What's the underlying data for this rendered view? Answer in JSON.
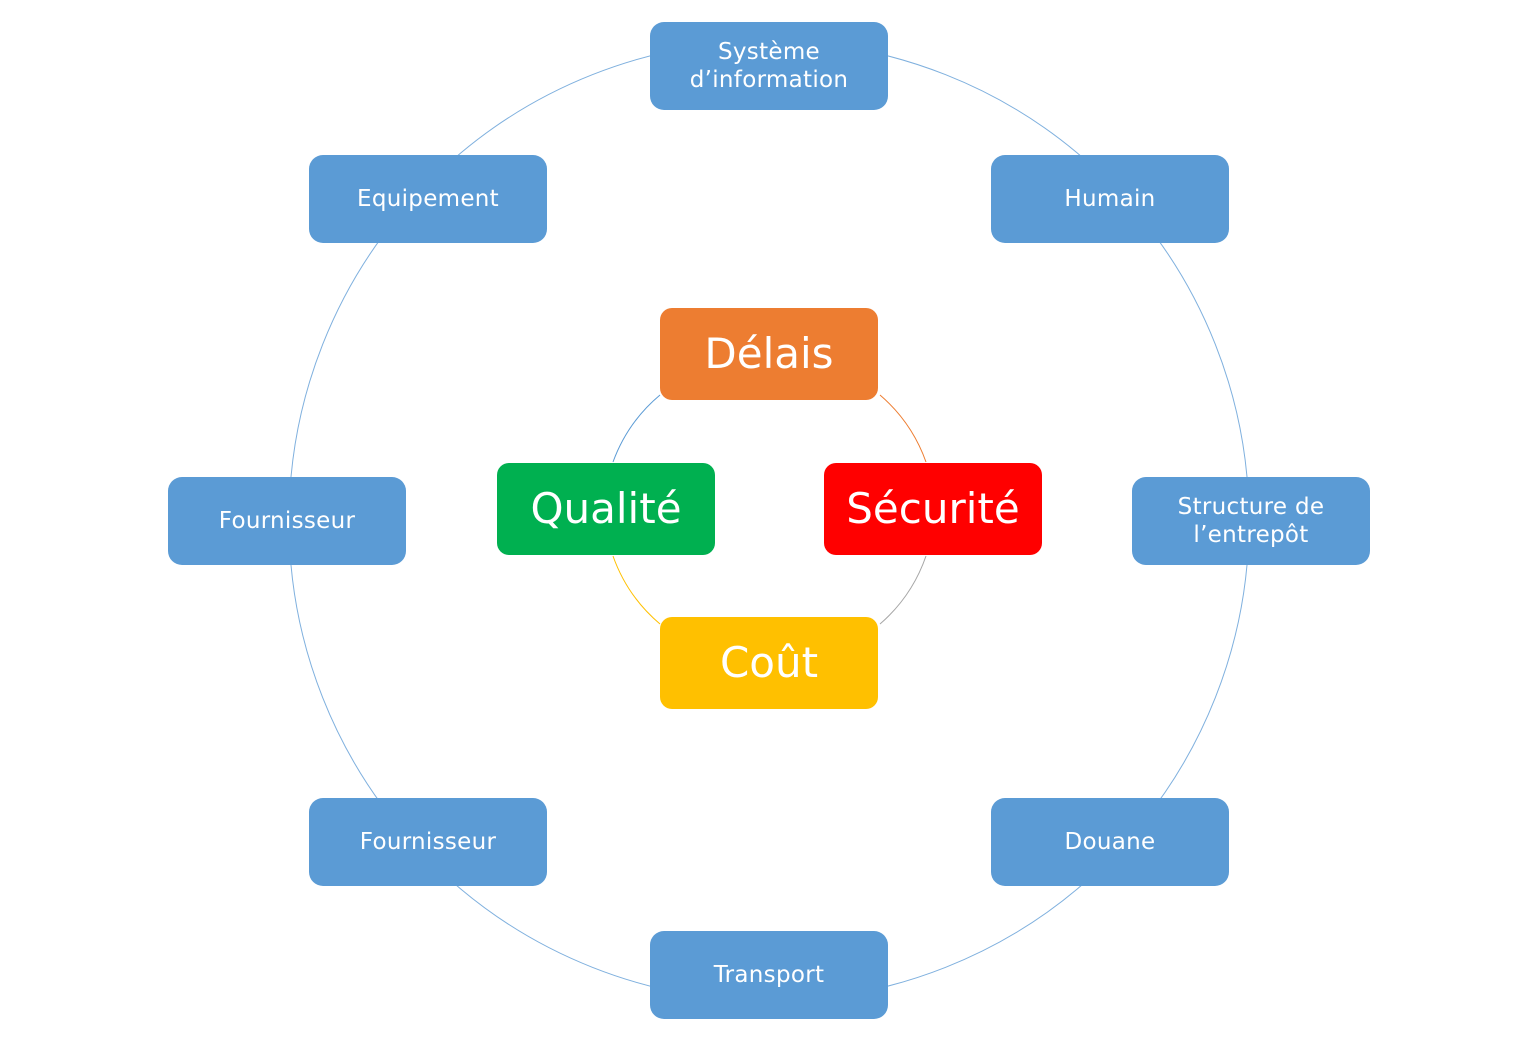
{
  "outer_ring": {
    "color": "#5b9bd5",
    "line_color": "#7fb0de",
    "nodes": [
      {
        "id": "systeme-information",
        "label": "Système\nd’information"
      },
      {
        "id": "humain",
        "label": "Humain"
      },
      {
        "id": "structure-entrepot",
        "label": "Structure de\nl’entrepôt"
      },
      {
        "id": "douane",
        "label": "Douane"
      },
      {
        "id": "transport",
        "label": "Transport"
      },
      {
        "id": "fournisseur-bottom",
        "label": "Fournisseur"
      },
      {
        "id": "fournisseur-left",
        "label": "Fournisseur"
      },
      {
        "id": "equipement",
        "label": "Equipement"
      }
    ]
  },
  "inner_ring": {
    "nodes": [
      {
        "id": "delais",
        "label": "Délais",
        "color": "#ed7d31"
      },
      {
        "id": "securite",
        "label": "Sécurité",
        "color": "#ff0000"
      },
      {
        "id": "cout",
        "label": "Coût",
        "color": "#ffc000"
      },
      {
        "id": "qualite",
        "label": "Qualité",
        "color": "#00b050"
      }
    ]
  }
}
